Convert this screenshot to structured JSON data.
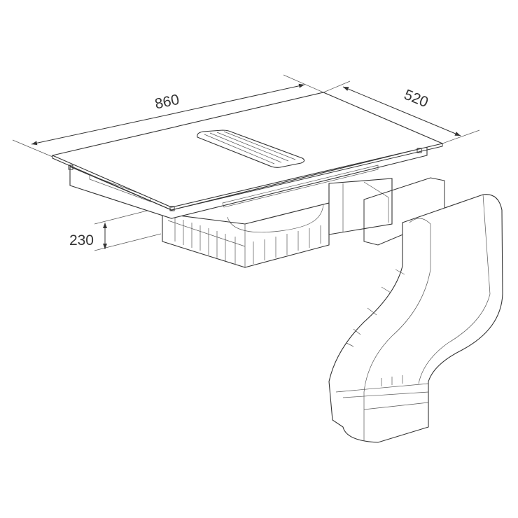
{
  "dimensions": {
    "width": "860",
    "depth": "520",
    "height": "230"
  },
  "colors": {
    "line": "#333333",
    "background": "#ffffff"
  }
}
